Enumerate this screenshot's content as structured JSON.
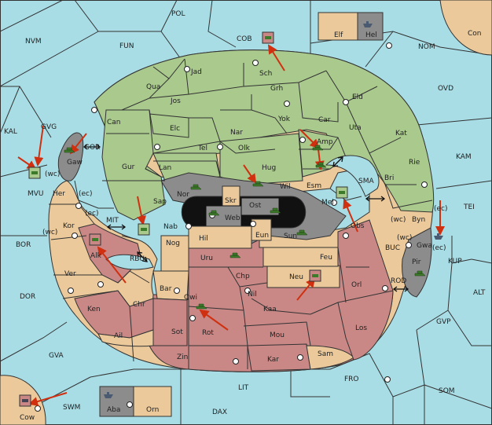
{
  "colors": {
    "sea": "#a8dde6",
    "neutral": "#ebc99a",
    "green": "#a9c98d",
    "red": "#c98886",
    "gray": "#8c8c8c",
    "black": "#111111",
    "arrow": "#d03010",
    "army": "#3d7a2a"
  },
  "seas": {
    "pol": "POL",
    "nvm": "NVM",
    "fun": "FUN",
    "cob": "COB",
    "nom": "NOM",
    "con": "Con",
    "ovd": "OVD",
    "kal": "KAL",
    "gvg": "GVG",
    "gor": "GOR",
    "kam": "KAM",
    "mvu": "MVU",
    "mvu_wc": "(wc)",
    "sma": "SMA",
    "tei": "TEI",
    "mit": "MIT",
    "bor": "BOR",
    "rbu": "RBU",
    "buc": "BUC",
    "kup": "KUP",
    "rod": "ROD",
    "dor": "DOR",
    "alt": "ALT",
    "gvp": "GVP",
    "gva": "GVA",
    "fro": "FRO",
    "lit": "LIT",
    "som": "SOM",
    "swm": "SWM",
    "dax": "DAX",
    "cow": "Cow"
  },
  "top_islands": {
    "elf": "Elf",
    "hel": "Hel"
  },
  "bottom_islands": {
    "aba": "Aba",
    "orn": "Orn"
  },
  "territories": {
    "jad": "Jad",
    "sch": "Sch",
    "qua": "Qua",
    "jos": "Jos",
    "grh": "Grh",
    "eld": "Eld",
    "can": "Can",
    "elc": "Elc",
    "yok": "Yok",
    "car": "Car",
    "uta": "Uta",
    "nar": "Nar",
    "kat": "Kat",
    "gaw": "Gaw",
    "tel": "Tel",
    "olk": "Olk",
    "amp": "Amp",
    "gur": "Gur",
    "lan": "Lan",
    "hug": "Hug",
    "rie": "Rie",
    "esm": "Esm",
    "bri": "Bri",
    "her": "Her",
    "her_ec": "(ec)",
    "nor": "Nor",
    "wil": "Wil",
    "skr": "Skr",
    "ost": "Ost",
    "mel": "Mel",
    "sap": "Sap",
    "web": "Web",
    "kor": "Kor",
    "kor_ec": "(ec)",
    "kor_wc": "(wc)",
    "nab": "Nab",
    "eun": "Eun",
    "sun": "Sun",
    "obs": "Obs",
    "byn": "Byn",
    "byn_wc": "(wc)",
    "byn_ec": "(ec)",
    "gwa": "Gwa",
    "gwa_wc": "(wc)",
    "gwa_ec": "(ec)",
    "alk": "Alk",
    "hil": "Hil",
    "nog": "Nog",
    "pir": "Pir",
    "uru": "Uru",
    "feu": "Feu",
    "ver": "Ver",
    "chp": "Chp",
    "neu": "Neu",
    "orl": "Orl",
    "bar": "Bar",
    "qwi": "Qwi",
    "nil": "Nil",
    "ken": "Ken",
    "chr": "Chr",
    "kaa": "Kaa",
    "los": "Los",
    "sot": "Sot",
    "rot": "Rot",
    "mou": "Mou",
    "ail": "Ail",
    "zin": "Zin",
    "kar": "Kar",
    "sam": "Sam"
  }
}
